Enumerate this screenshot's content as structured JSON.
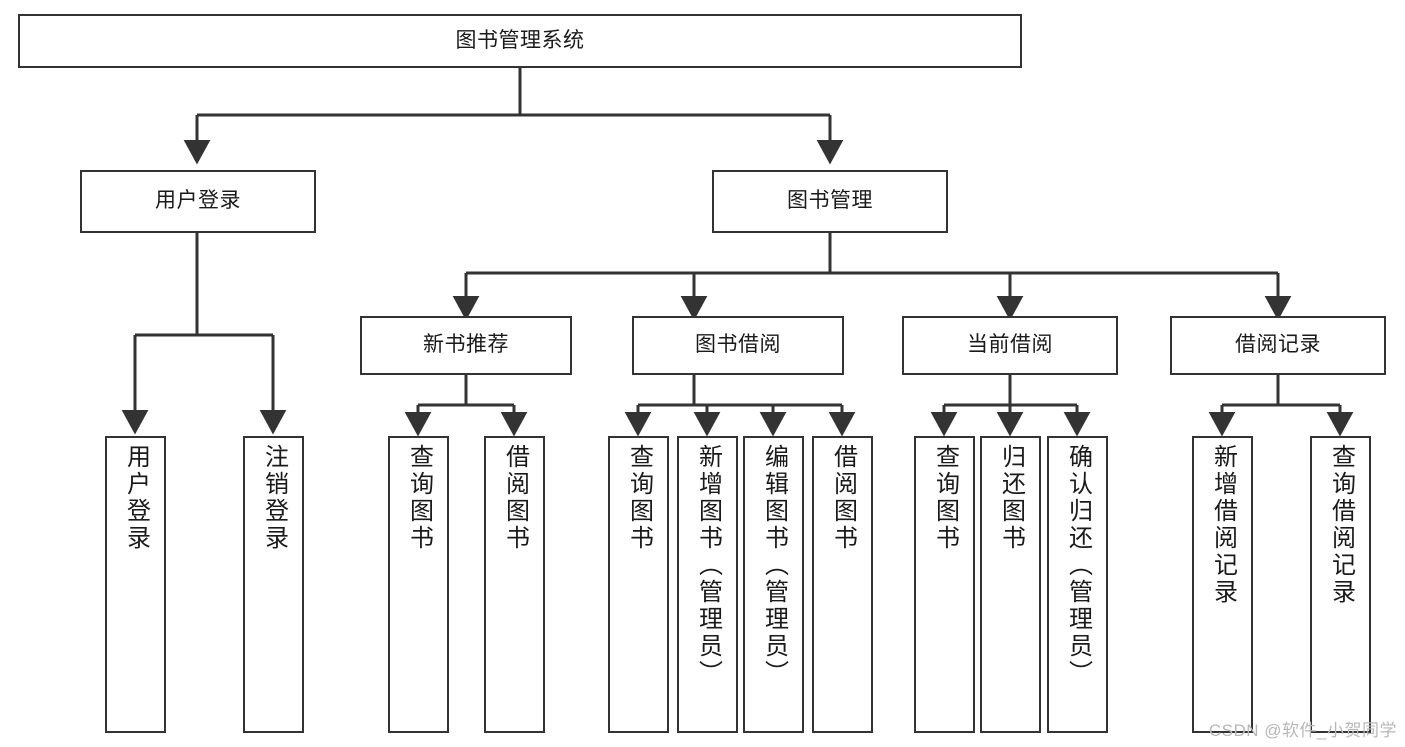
{
  "diagram": {
    "title": "图书管理系统",
    "type": "tree-hierarchy",
    "watermark": "CSDN @软件_小贺同学",
    "colors": {
      "border": "#333333",
      "background": "#ffffff",
      "text": "#1a1a1a",
      "edge": "#333333",
      "watermark": "#b8b8b8"
    },
    "nodes": {
      "root": {
        "label": "图书管理系统"
      },
      "level1": [
        {
          "label": "用户登录"
        },
        {
          "label": "图书管理"
        }
      ],
      "level2": [
        {
          "label": "新书推荐"
        },
        {
          "label": "图书借阅"
        },
        {
          "label": "当前借阅"
        },
        {
          "label": "借阅记录"
        }
      ],
      "leaves": {
        "user_login": [
          {
            "label": "用户登录"
          },
          {
            "label": "注销登录"
          }
        ],
        "new_book_recommend": [
          {
            "label": "查询图书"
          },
          {
            "label": "借阅图书"
          }
        ],
        "book_borrow": [
          {
            "label": "查询图书"
          },
          {
            "label": "新增图书（管理员）"
          },
          {
            "label": "编辑图书（管理员）"
          },
          {
            "label": "借阅图书"
          }
        ],
        "current_borrow": [
          {
            "label": "查询图书"
          },
          {
            "label": "归还图书"
          },
          {
            "label": "确认归还（管理员）"
          }
        ],
        "borrow_record": [
          {
            "label": "新增借阅记录"
          },
          {
            "label": "查询借阅记录"
          }
        ]
      }
    }
  }
}
